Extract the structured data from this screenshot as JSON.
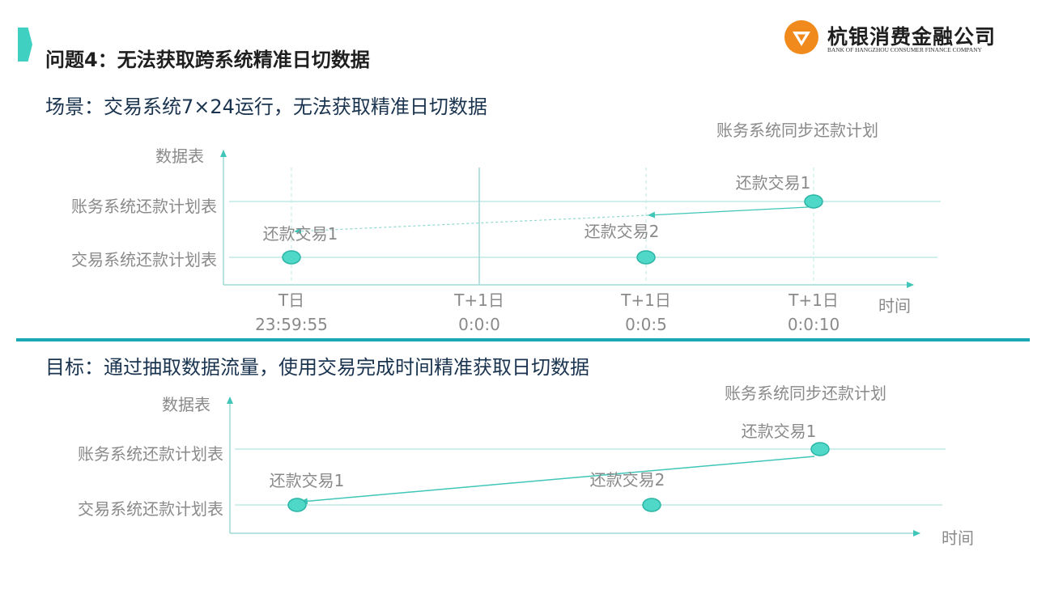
{
  "title": "问题4：无法获取跨系统精准日切数据",
  "logo": {
    "name_cn": "杭银消费金融公司",
    "name_en": "BANK OF HANGZHOU CONSUMER FINANCE COMPANY",
    "brand_color": "#f08a1c"
  },
  "scenario": {
    "heading": "场景：交易系统7×24运行，无法获取精准日切数据",
    "flow_label": "账务系统同步还款计划",
    "y_axis_label": "数据表",
    "x_axis_label": "时间",
    "rows": [
      "账务系统还款计划表",
      "交易系统还款计划表"
    ],
    "ticks": [
      {
        "day": "T日",
        "time": "23:59:55"
      },
      {
        "day": "T+1日",
        "time": "0:0:0"
      },
      {
        "day": "T+1日",
        "time": "0:0:5"
      },
      {
        "day": "T+1日",
        "time": "0:0:10"
      }
    ],
    "events": {
      "ledger": "还款交易1",
      "trade_1": "还款交易1",
      "trade_2": "还款交易2"
    }
  },
  "goal": {
    "heading": "目标：通过抽取数据流量，使用交易完成时间精准获取日切数据",
    "flow_label": "账务系统同步还款计划",
    "y_axis_label": "数据表",
    "x_axis_label": "时间",
    "rows": [
      "账务系统还款计划表",
      "交易系统还款计划表"
    ],
    "events": {
      "ledger": "还款交易1",
      "trade_1": "还款交易1",
      "trade_2": "还款交易2"
    }
  },
  "colors": {
    "accent": "#3fd0c2",
    "divider": "#1aa8b4",
    "grid": "#bfe9e6",
    "node_fill": "#4fd8c8",
    "node_stroke": "#2bb5a6",
    "arrow": "#3fc6b8"
  }
}
